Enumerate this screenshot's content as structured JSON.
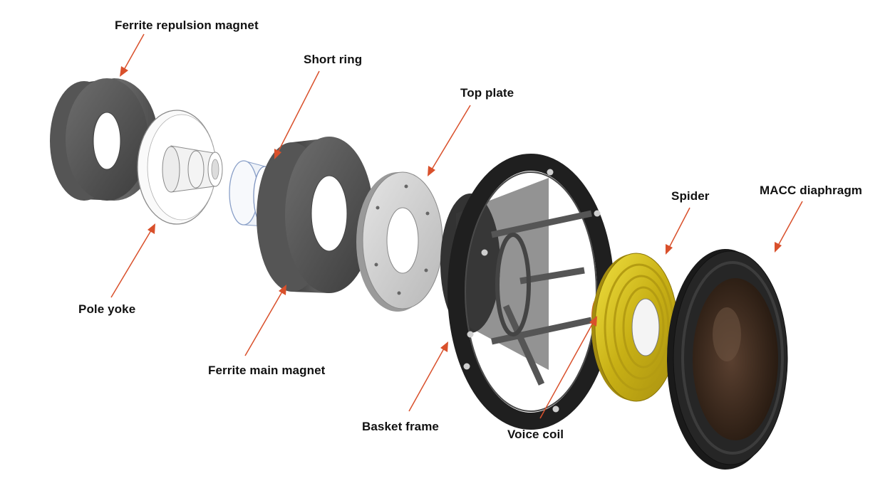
{
  "colors": {
    "arrow": "#d9502b",
    "magnet": "#5e5e5e",
    "frame": "#2a2a2a",
    "spider": "#d8c21e",
    "diaphragm_cone": "#3a2a20"
  },
  "labels": {
    "ferrite_repulsion_magnet": "Ferrite repulsion magnet",
    "short_ring": "Short ring",
    "top_plate": "Top plate",
    "spider": "Spider",
    "macc_diaphragm": "MACC diaphragm",
    "pole_yoke": "Pole yoke",
    "ferrite_main_magnet": "Ferrite main magnet",
    "basket_frame": "Basket frame",
    "voice_coil": "Voice coil"
  }
}
